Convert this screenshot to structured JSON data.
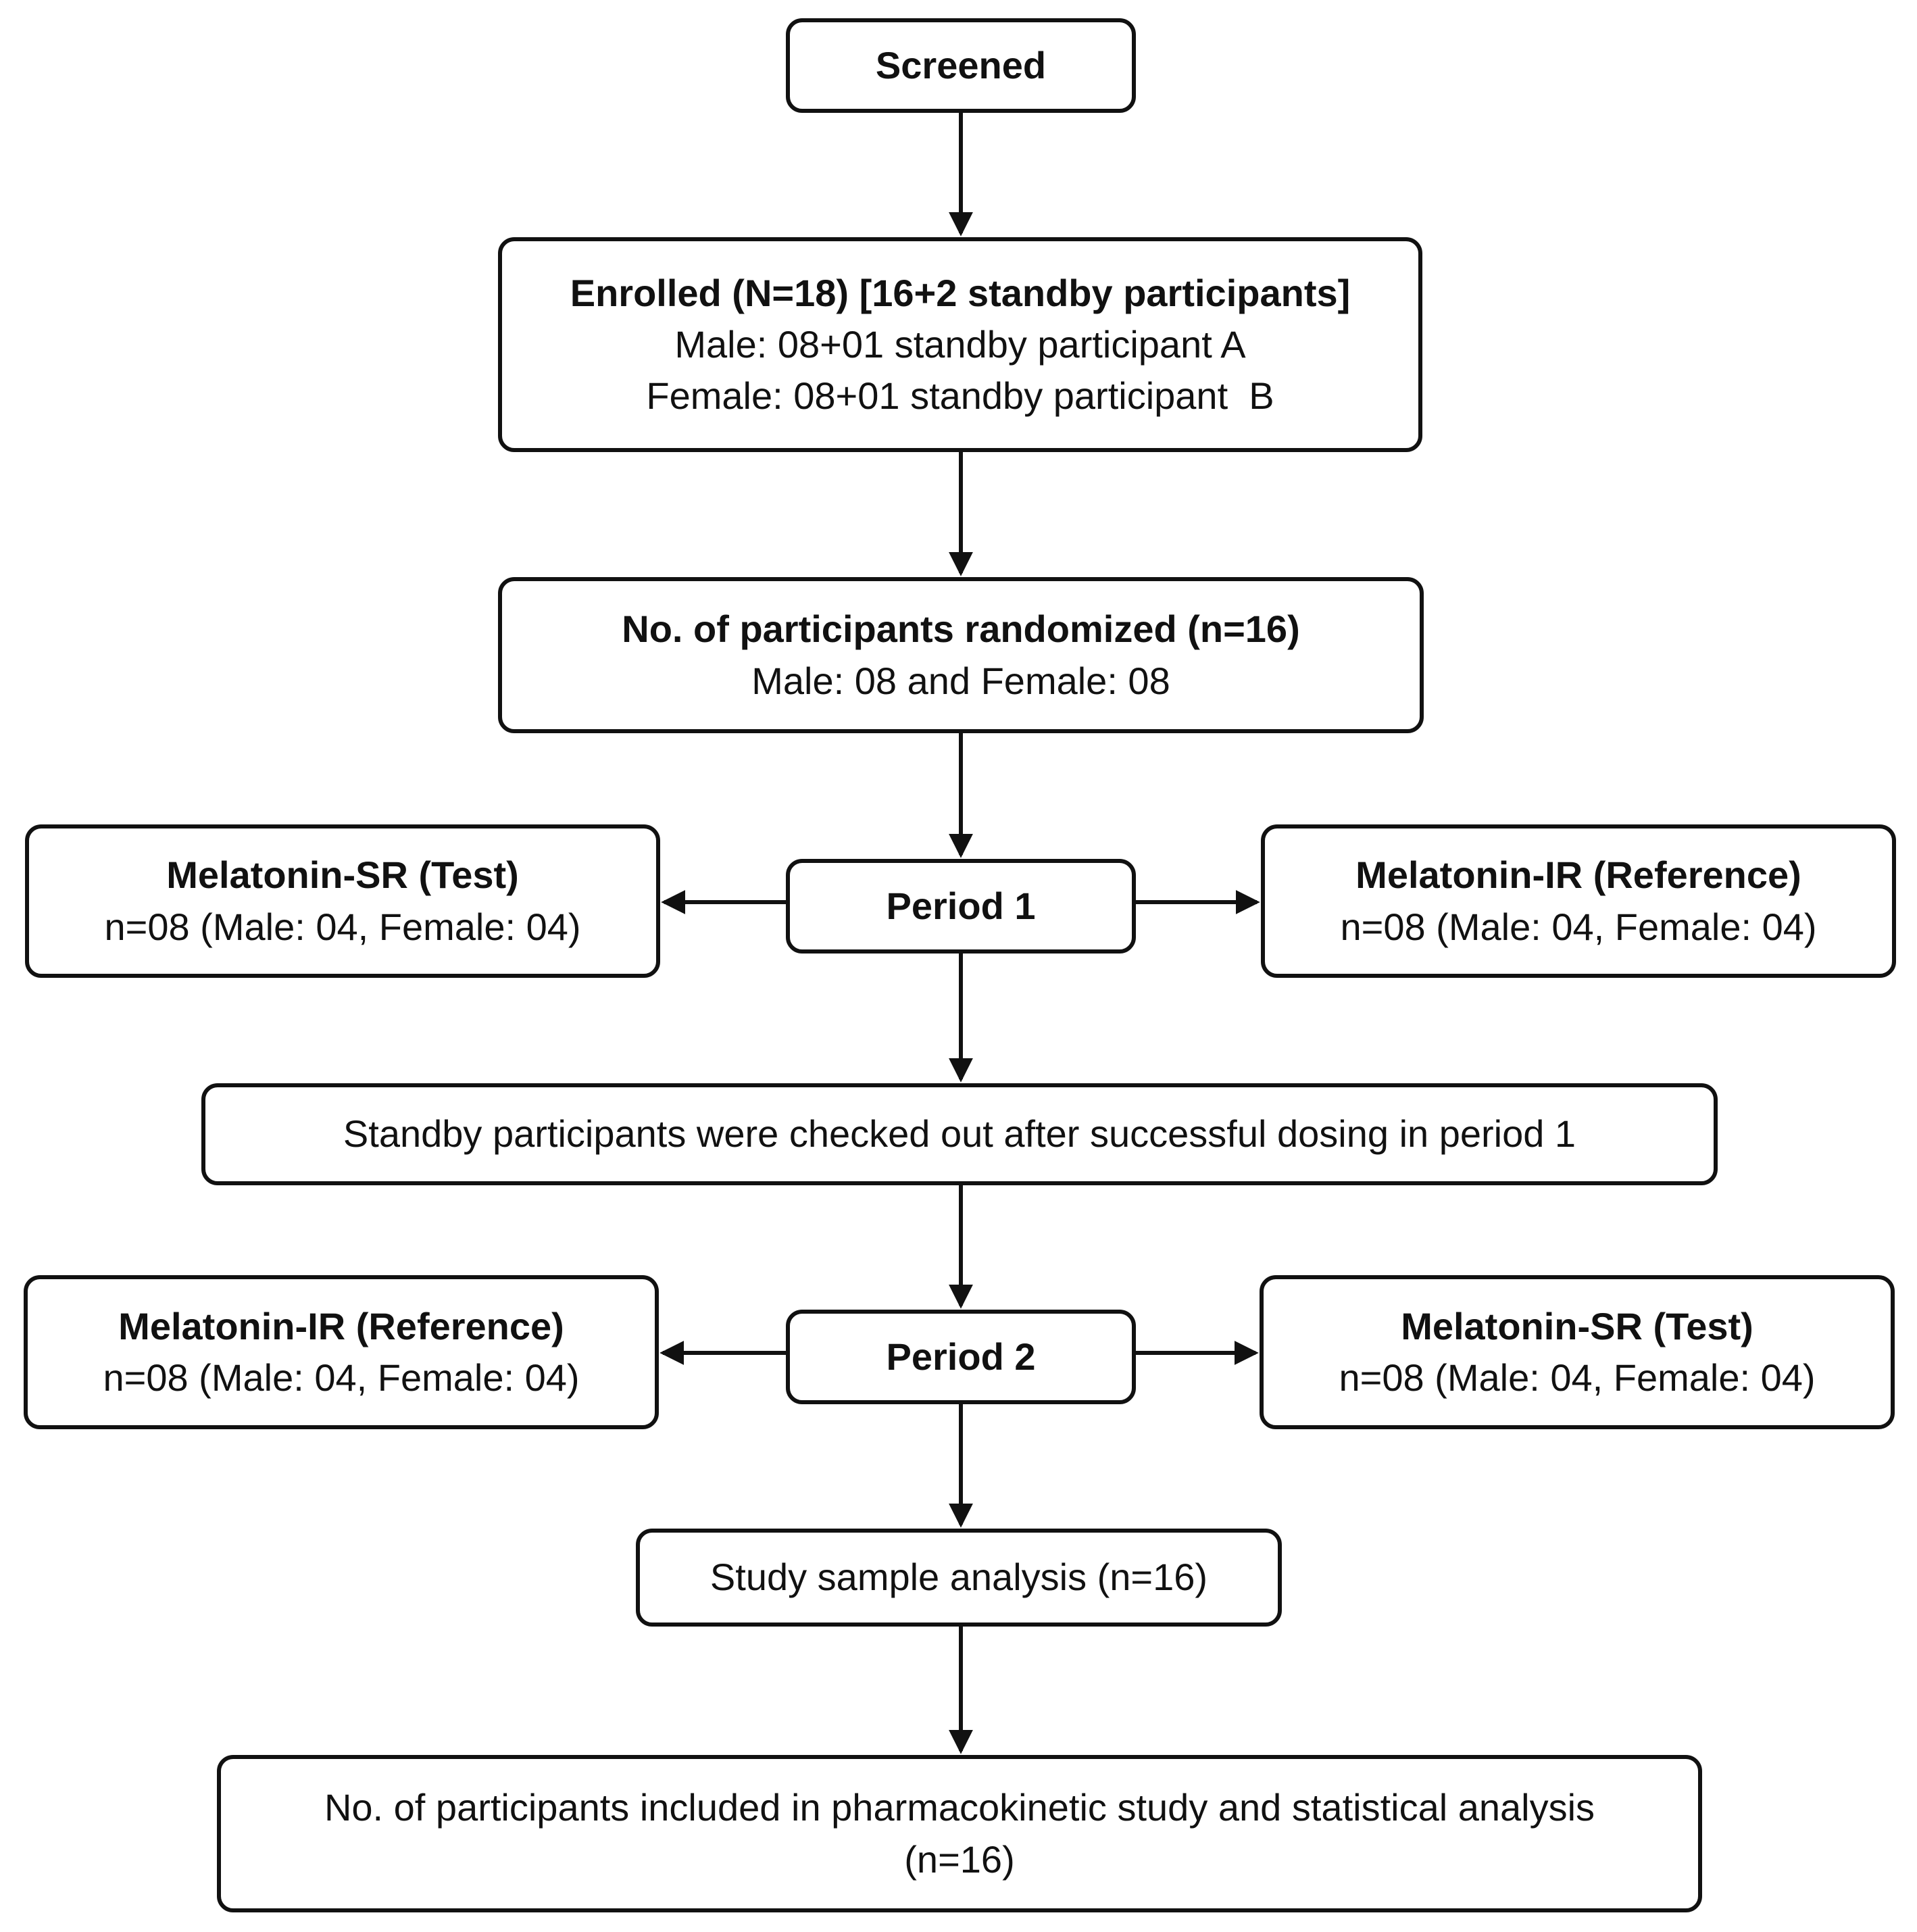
{
  "flowchart": {
    "screened": {
      "label": "Screened"
    },
    "enrolled": {
      "title": "Enrolled (N=18) [16+2 standby participants]",
      "male": "Male: 08+01 standby participant A",
      "female": "Female: 08+01 standby participant  B"
    },
    "randomized": {
      "title": "No. of participants randomized (n=16)",
      "detail": "Male: 08 and Female: 08"
    },
    "period1": {
      "label": "Period 1",
      "left": {
        "title": "Melatonin-SR (Test)",
        "detail": "n=08 (Male: 04, Female: 04)"
      },
      "right": {
        "title": "Melatonin-IR (Reference)",
        "detail": "n=08 (Male: 04, Female: 04)"
      }
    },
    "standby_checkout": {
      "label": "Standby participants were checked out after successful dosing in period 1"
    },
    "period2": {
      "label": "Period 2",
      "left": {
        "title": "Melatonin-IR (Reference)",
        "detail": "n=08 (Male: 04, Female: 04)"
      },
      "right": {
        "title": "Melatonin-SR (Test)",
        "detail": "n=08 (Male: 04, Female: 04)"
      }
    },
    "sample_analysis": {
      "label": "Study sample analysis (n=16)"
    },
    "final": {
      "line1": "No. of participants included in pharmacokinetic study and statistical analysis",
      "line2": "(n=16)"
    }
  },
  "colors": {
    "stroke": "#111111",
    "background": "#ffffff",
    "text": "#111111"
  }
}
